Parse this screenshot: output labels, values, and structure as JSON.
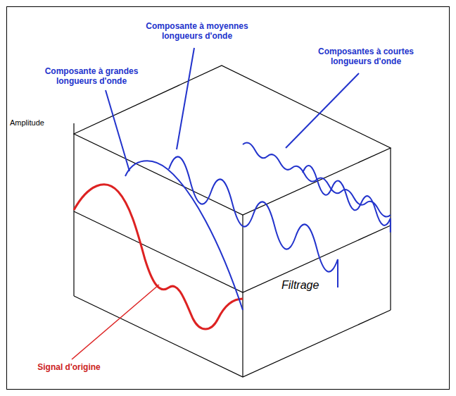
{
  "diagram": {
    "labels": [
      "Composante à moyennes longueurs d'onde",
      "Composantes à courtes longueurs d'onde",
      "Composante à grandes longueurs d'onde",
      "Amplitude",
      "Filtrage",
      "Signal d'origine"
    ]
  }
}
